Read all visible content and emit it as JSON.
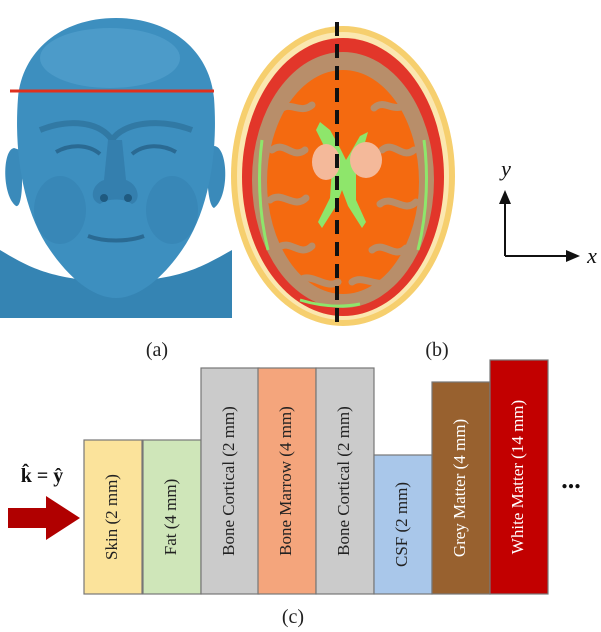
{
  "panels": {
    "a": {
      "caption": "(a)"
    },
    "b": {
      "caption": "(b)"
    },
    "c": {
      "caption": "(c)"
    }
  },
  "axes": {
    "y": "y",
    "x": "x"
  },
  "wave_vector": "k̂ = ŷ",
  "layers": [
    {
      "label": "Skin (2 mm)",
      "color": "#fbe39b"
    },
    {
      "label": "Fat (4 mm)",
      "color": "#cfe6b9"
    },
    {
      "label": "Bone Cortical (2 mm)",
      "color": "#cbcbcb"
    },
    {
      "label": "Bone Marrow (4 mm)",
      "color": "#f4a57c"
    },
    {
      "label": "Bone Cortical (2 mm)",
      "color": "#cbcbcb"
    },
    {
      "label": "CSF (2 mm)",
      "color": "#a9c7ea"
    },
    {
      "label": "Grey Matter (4 mm)",
      "color": "#98612f"
    },
    {
      "label": "White Matter (14 mm)",
      "color": "#c20000"
    }
  ],
  "continuation": "...",
  "colors": {
    "head": "#3d8fbf",
    "cut_line": "#e0301e",
    "arrow": "#b00000",
    "slice_skin": "#f6cf6e",
    "slice_bone": "#e2362a",
    "slice_white": "#f46a10",
    "slice_grey": "#b88e6a",
    "slice_csf": "#8ee66b",
    "slice_ventricle": "#f4b99a"
  }
}
